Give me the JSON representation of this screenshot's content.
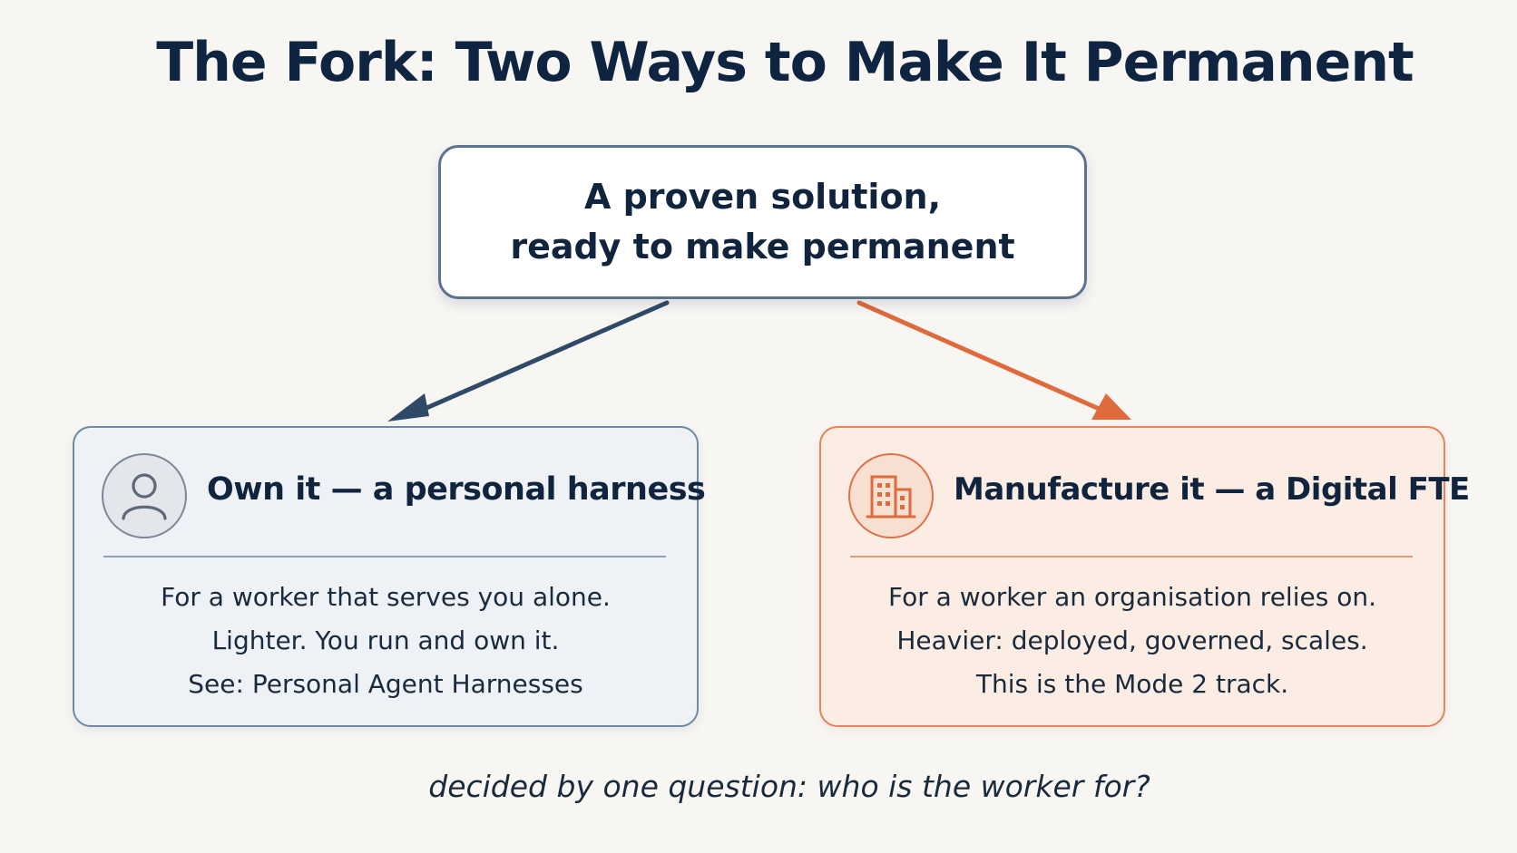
{
  "title": "The Fork: Two Ways to Make It Permanent",
  "top_box": {
    "line1": "A proven solution,",
    "line2": "ready to make permanent"
  },
  "left_card": {
    "heading": "Own it — a personal harness",
    "icon": "person-icon",
    "lines": [
      "For a worker that serves you alone.",
      "Lighter. You run and own it.",
      "See: Personal Agent Harnesses"
    ]
  },
  "right_card": {
    "heading": "Manufacture it — a Digital FTE",
    "icon": "building-icon",
    "lines": [
      "For a worker an organisation relies on.",
      "Heavier: deployed, governed, scales.",
      "This is the Mode 2 track."
    ]
  },
  "footer": "decided by one question: who is the worker for?",
  "colors": {
    "navy": "#2f4a66",
    "orange": "#df6a3b",
    "background": "#f8f6f3"
  }
}
